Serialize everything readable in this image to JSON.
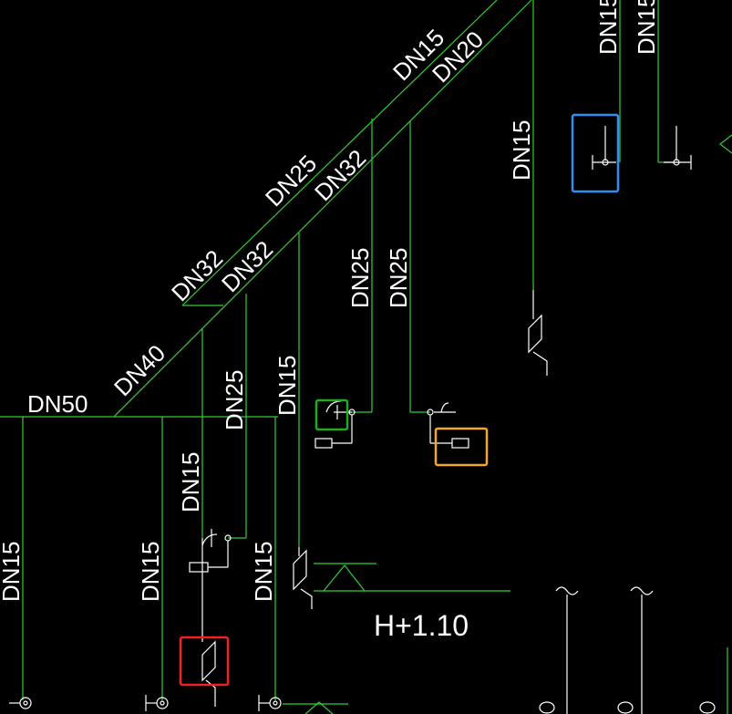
{
  "colors": {
    "background": "#000000",
    "pipe": "#33cc33",
    "symbol": "#ffffff",
    "text": "#ffffff",
    "highlight_blue": "#2f8ff0",
    "highlight_orange": "#f5a623",
    "highlight_green": "#22aa22",
    "highlight_red": "#ee2222"
  },
  "labels": {
    "dn15_top_a": "DN15",
    "dn20_top": "DN20",
    "dn15_top_right_a": "DN15",
    "dn15_top_right_b": "DN15",
    "dn25_diag": "DN25",
    "dn32_diag_upper": "DN32",
    "dn15_riser": "DN15",
    "dn32_diag_a": "DN32",
    "dn32_diag_b": "DN32",
    "dn25_vert_a": "DN25",
    "dn25_vert_b": "DN25",
    "dn40_diag": "DN40",
    "dn50_main": "DN50",
    "dn25_mid": "DN25",
    "dn15_mid": "DN15",
    "dn15_mid_lower": "DN15",
    "dn15_left": "DN15",
    "dn15_bottom_a": "DN15",
    "dn15_bottom_b": "DN15",
    "elevation": "H+1.10"
  }
}
